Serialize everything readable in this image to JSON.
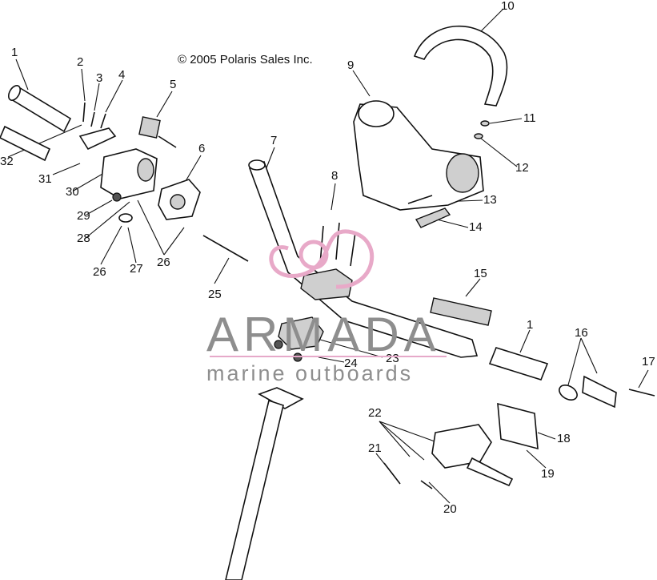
{
  "copyright": "© 2005 Polaris Sales Inc.",
  "watermark": {
    "title": "ARMADA",
    "subtitle": "marine outboards",
    "accent_color": "#e6a9c9"
  },
  "callouts": [
    "1",
    "2",
    "3",
    "4",
    "5",
    "6",
    "7",
    "8",
    "9",
    "10",
    "11",
    "12",
    "13",
    "14",
    "15",
    "1",
    "16",
    "17",
    "18",
    "19",
    "20",
    "21",
    "22",
    "23",
    "24",
    "25",
    "26",
    "26",
    "27",
    "28",
    "29",
    "30",
    "31",
    "32"
  ]
}
